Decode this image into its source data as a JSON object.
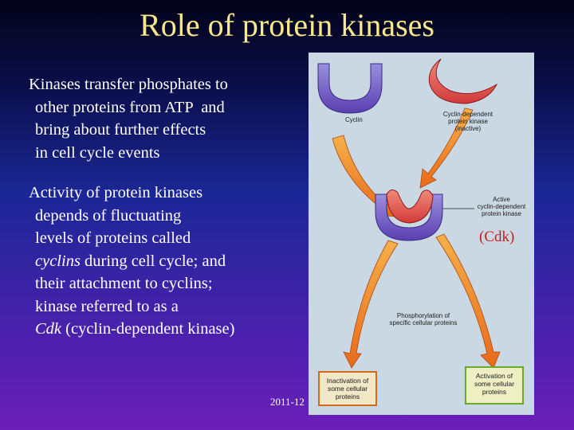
{
  "slide": {
    "title": "Role of protein kinases",
    "para1": [
      "Kinases transfer phosphates to",
      "other proteins from ATP  and",
      "bring about further effects",
      "in cell cycle events"
    ],
    "para2": {
      "l1": "Activity of protein kinases",
      "l2": "depends of fluctuating",
      "l3": "levels of proteins called",
      "l4_em": "cyclins",
      "l4_rest": " during cell cycle; and",
      "l5": "their attachment to cyclins;",
      "l6": "kinase referred to as a",
      "l7_em": "Cdk",
      "l7_rest": " (cyclin-dependent kinase)"
    },
    "footer": "2011-12"
  },
  "figure": {
    "cyclin_label": "Cyclin",
    "inactive_label": [
      "Cyclin-dependent",
      "protein kinase",
      "(inactive)"
    ],
    "active_label": [
      "Active",
      "cyclin-dependent",
      "protein kinase"
    ],
    "cdk_note": "(Cdk)",
    "phos_label": [
      "Phosphorylation of",
      "specific cellular proteins"
    ],
    "inactivation_box": [
      "Inactivation of",
      "some cellular",
      "proteins"
    ],
    "activation_box": [
      "Activation of",
      "some cellular",
      "proteins"
    ]
  }
}
